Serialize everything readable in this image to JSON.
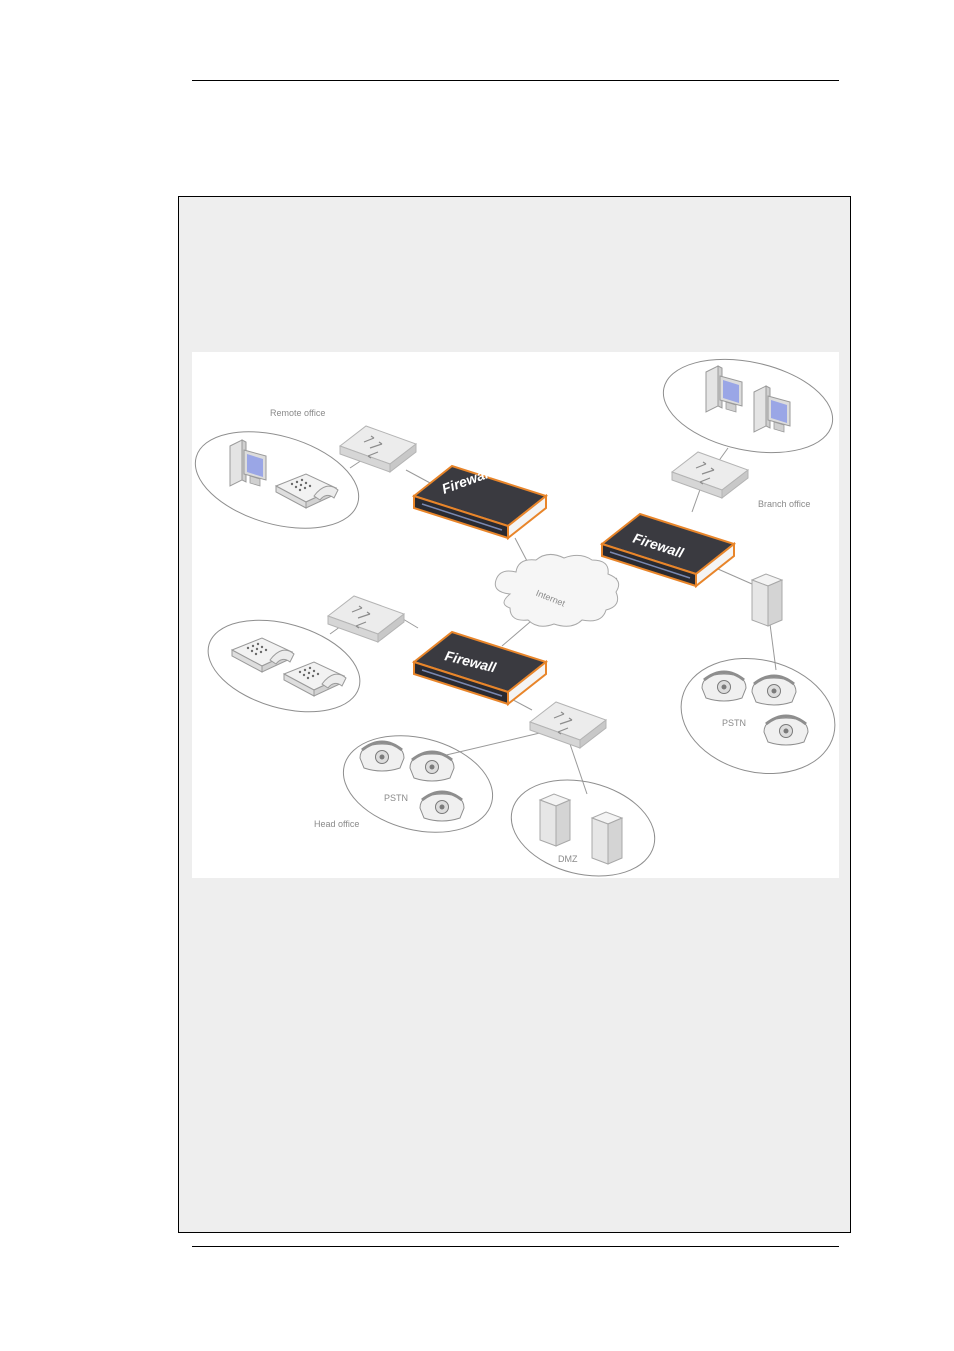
{
  "diagram": {
    "labels": {
      "remote_office": "Remote office",
      "branch_office": "Branch office",
      "head_office": "Head office",
      "internet": "Internet",
      "pstn_head": "PSTN",
      "pstn_branch": "PSTN",
      "dmz": "DMZ"
    },
    "firewall_label": "Firewall",
    "colors": {
      "firewall_accent": "#e8852a",
      "firewall_body": "#3a3a40",
      "device_gray": "#dcdcdc",
      "outline": "#9a9a9a"
    }
  }
}
